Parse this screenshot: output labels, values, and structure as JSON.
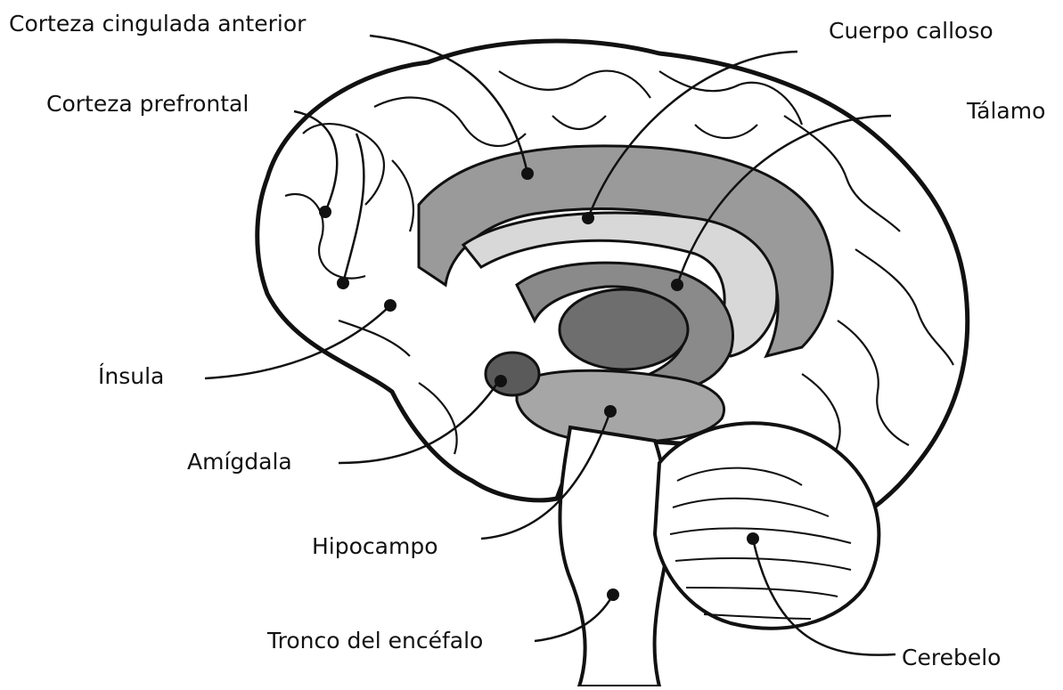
{
  "labels": {
    "acc": "Corteza cingulada anterior",
    "pfc": "Corteza prefrontal",
    "insula": "Ínsula",
    "amygdala": "Amígdala",
    "hippocampus": "Hipocampo",
    "brainstem": "Tronco del encéfalo",
    "corpus_callosum": "Cuerpo calloso",
    "thalamus": "Tálamo",
    "cerebellum": "Cerebelo"
  },
  "colors": {
    "outline": "#111111",
    "cingulate_fill": "#9a9a9a",
    "callosum_fill": "#d8d8d8",
    "thalamus_fill": "#6e6e6e",
    "inner_fill": "#8a8a8a",
    "hippocampus_fill": "#a6a6a6",
    "amygdala_fill": "#5a5a5a",
    "background": "#ffffff"
  }
}
